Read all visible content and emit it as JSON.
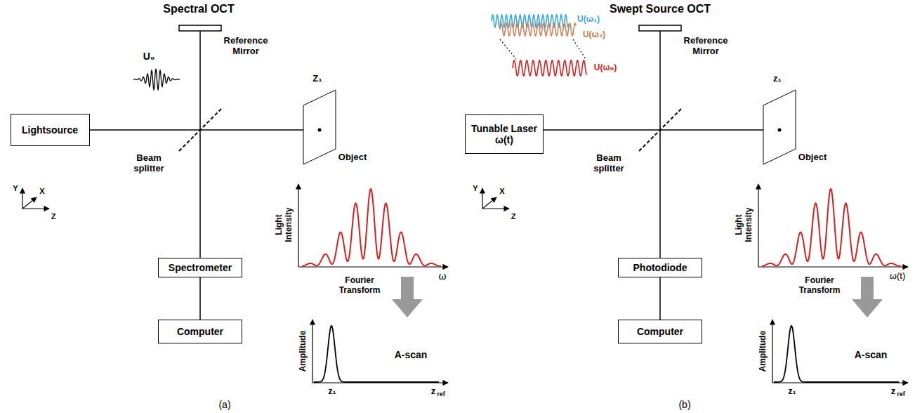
{
  "diagram": {
    "nodes": [
      {
        "text": [
          "Lightsource"
        ]
      },
      {
        "text": [
          "Spectrometer"
        ]
      },
      {
        "text": [
          "Computer"
        ]
      },
      {
        "text": [
          "Tunable Laser",
          "ω(t)"
        ]
      },
      {
        "text": [
          "Photodiode"
        ]
      },
      {
        "text": [
          "Computer"
        ]
      }
    ],
    "edges": [
      {
        "from": 1,
        "to": 2,
        "arrow": "none"
      },
      {
        "from": 4,
        "to": 5,
        "arrow": "none"
      }
    ],
    "labels": [
      "Spectral OCT",
      "U₀",
      "Reference Mirror",
      "Z₁",
      "Beam splitter",
      "Object",
      "Y",
      "X",
      "Z",
      "Light Intensity",
      "ω",
      "Fourier Transform",
      "Amplitude",
      "z₁",
      "z",
      "ref",
      "A-scan",
      "(a)",
      "Swept Source OCT",
      "U(ω₁)",
      "U(ω₂)",
      "U(ωₙ)",
      "Reference Mirror",
      "z₁",
      "Beam splitter",
      "Object",
      "Y",
      "X",
      "Z",
      "Light Intensity",
      "ω(t)",
      "Fourier Transform",
      "Amplitude",
      "z₁",
      "z",
      "ref",
      "A-scan",
      "(b)"
    ]
  }
}
